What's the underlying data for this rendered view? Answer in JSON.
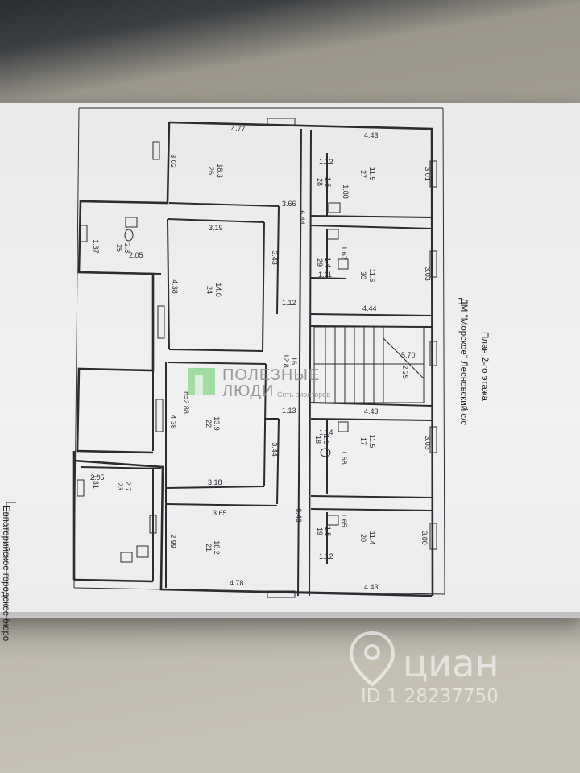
{
  "document": {
    "title": "ДМ \"Морское\" Лесновский с/с",
    "subtitle": "План 2-го этажа",
    "side_note": "Евпаторийское городское бюро"
  },
  "rooms": [
    {
      "id": "r26",
      "label": "26",
      "area": "18.3"
    },
    {
      "id": "r27",
      "label": "27",
      "area": "11.5"
    },
    {
      "id": "r28",
      "label": "28",
      "area": "1.5"
    },
    {
      "id": "r25",
      "label": "25",
      "area": "2.8"
    },
    {
      "id": "r24",
      "label": "24",
      "area": "14.0"
    },
    {
      "id": "r29",
      "label": "29",
      "area": "1.4"
    },
    {
      "id": "r30",
      "label": "30",
      "area": "11.6"
    },
    {
      "id": "r16",
      "label": "16",
      "area": "12.8"
    },
    {
      "id": "r22",
      "label": "22",
      "area": "13.9"
    },
    {
      "id": "r17",
      "label": "17",
      "area": "11.5"
    },
    {
      "id": "r18",
      "label": "18",
      "area": "1.5"
    },
    {
      "id": "r23",
      "label": "23",
      "area": "2.7"
    },
    {
      "id": "r19",
      "label": "19",
      "area": "1.5"
    },
    {
      "id": "r20",
      "label": "20",
      "area": "11.4"
    },
    {
      "id": "r21",
      "label": "21",
      "area": "18.2"
    }
  ],
  "dimensions": {
    "d_477": "4.77",
    "d_443a": "4.43",
    "d_302": "3.02",
    "d_112a": "1.12",
    "d_301": "3.01",
    "d_188": "1.88",
    "d_366": "3.66",
    "d_644": "6.44",
    "d_319": "3.19",
    "d_167": "1.67",
    "d_137": "1.37",
    "d_205a": "2.05",
    "d_343": "3.43",
    "d_303a": "3.03",
    "d_111": "1.11",
    "d_438a": "4.38",
    "d_112b": "1.12",
    "d_444": "4.44",
    "d_570": "5.70",
    "d_h288": "h=2.88",
    "d_225": "2.25",
    "d_113": "1.13",
    "d_443b": "4.43",
    "d_438b": "4.38",
    "d_114": "1.14",
    "d_303b": "3.03",
    "d_344": "3.44",
    "d_168": "1.68",
    "d_131": "1.31",
    "d_205b": "2.05",
    "d_318": "3.18",
    "d_646": "6.46",
    "d_165": "1.65",
    "d_365": "3.65",
    "d_300": "3.00",
    "d_299": "2.99",
    "d_112c": "1.12",
    "d_478": "4.78",
    "d_443c": "4.43"
  },
  "watermarks": {
    "agency_line1": "ПОЛЕЗНЫЕ",
    "agency_line2": "ЛЮДИ",
    "agency_tagline": "Сеть риэлторов",
    "cian_brand": "циан",
    "cian_id": "ID 1 28237750"
  }
}
